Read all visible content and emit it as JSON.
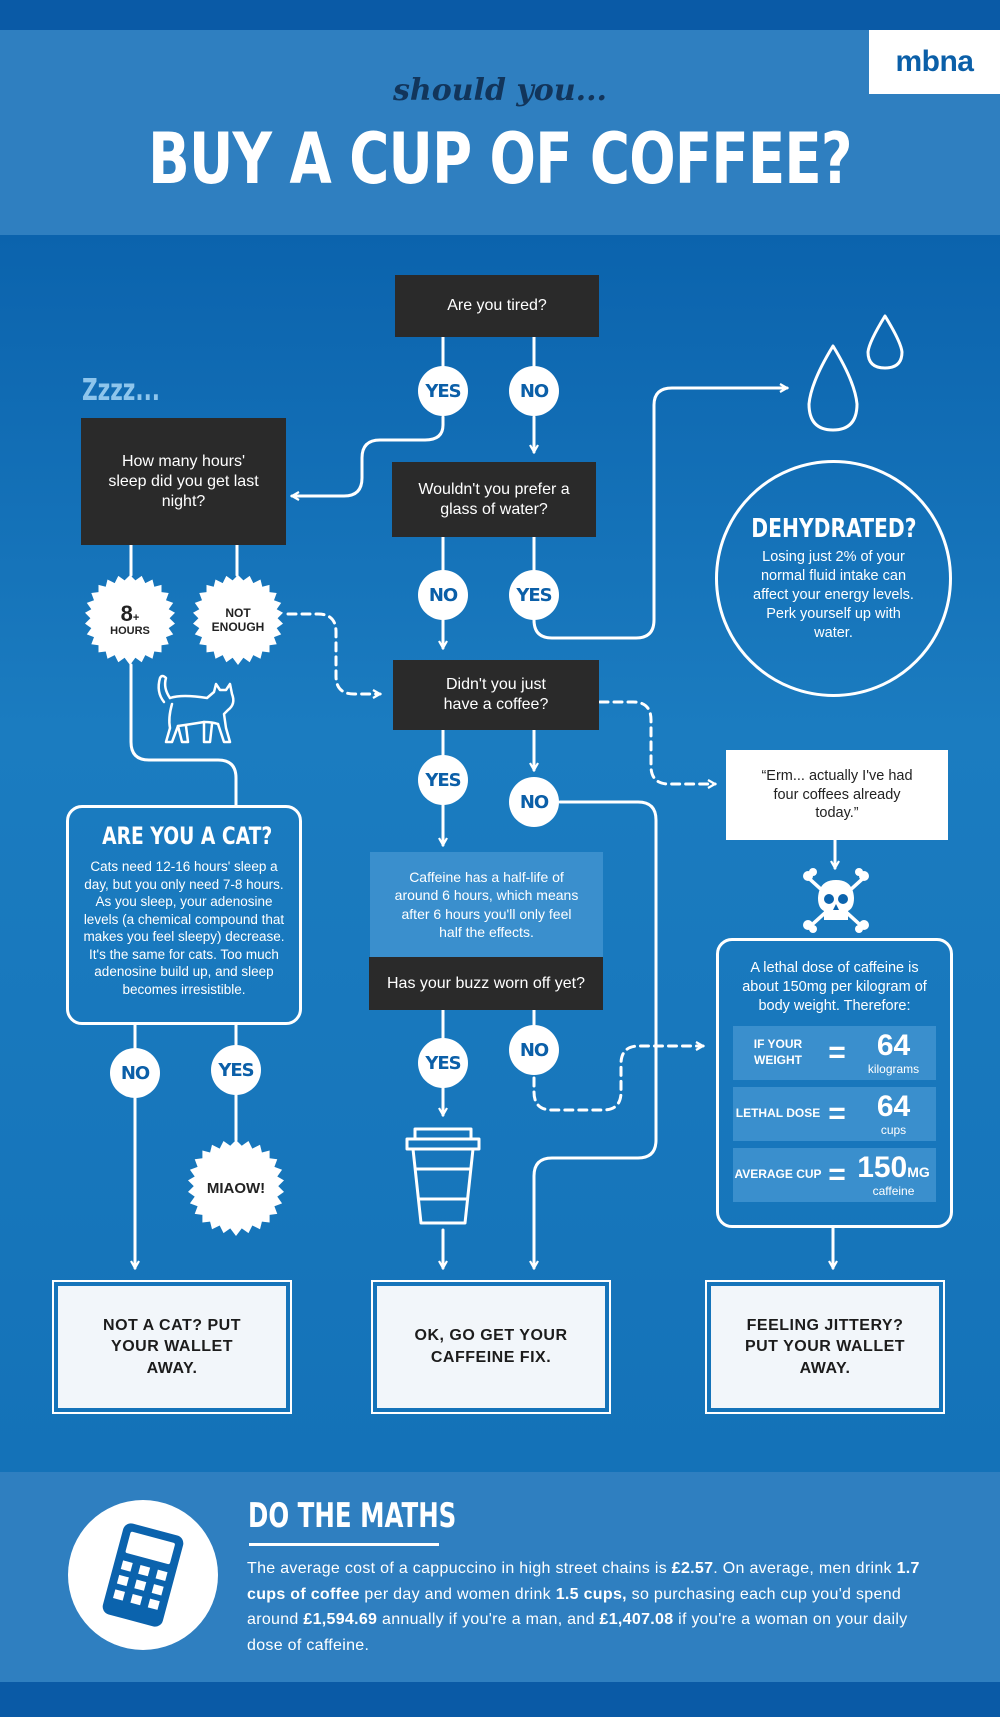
{
  "brand": {
    "logo": "mbna"
  },
  "header": {
    "subtitle": "should you...",
    "title": "BUY A CUP OF COFFEE?"
  },
  "zzz": "Zzzz...",
  "nodes": {
    "tired": "Are you tired?",
    "sleep": "How many hours' sleep did you get last night?",
    "water": "Wouldn't you prefer a glass of water?",
    "coffee": "Didn't you just have a coffee?",
    "buzz": "Has your buzz worn off yet?"
  },
  "labels": {
    "yes": "YES",
    "no": "NO",
    "eight_num": "8",
    "eight_plus": "+",
    "eight_hours": "HOURS",
    "not_enough": "NOT ENOUGH",
    "miaow": "MIAOW!"
  },
  "cat_box": {
    "title": "ARE YOU A CAT?",
    "text": "Cats need 12-16 hours' sleep a day, but you only need 7-8 hours. As you sleep, your adenosine levels (a chemical compound that makes you feel sleepy) decrease. It's the same for cats. Too much adenosine build up, and sleep becomes irresistible."
  },
  "halflife": "Caffeine has a half-life of around 6 hours, which means after 6 hours you'll only feel half the effects.",
  "dehydrated": {
    "title": "DEHYDRATED?",
    "text": "Losing just 2% of your normal fluid intake can affect your energy levels. Perk yourself up with water."
  },
  "quote": "“Erm... actually I've had four coffees already today.”",
  "lethal": {
    "intro": "A lethal dose of caffeine is about 150mg per kilogram of body weight. Therefore:",
    "rows": [
      {
        "label": "IF YOUR WEIGHT",
        "eq": "=",
        "value": "64",
        "unit": "kilograms",
        "suffix": ""
      },
      {
        "label": "LETHAL DOSE",
        "eq": "=",
        "value": "64",
        "unit": "cups",
        "suffix": ""
      },
      {
        "label": "AVERAGE CUP",
        "eq": "=",
        "value": "150",
        "unit": "caffeine",
        "suffix": "MG"
      }
    ]
  },
  "endings": {
    "not_cat": "NOT A CAT? PUT YOUR WALLET AWAY.",
    "go_get": "OK, GO GET YOUR CAFFEINE FIX.",
    "jittery": "FEELING JITTERY? PUT YOUR WALLET AWAY."
  },
  "maths": {
    "title": "DO THE MATHS",
    "t1": "The average cost of a cappuccino in high street chains is ",
    "b1": "£2.57",
    "t2": ". On average, men drink ",
    "b2": "1.7 cups of coffee",
    "t3": " per day and women drink ",
    "b3": "1.5 cups,",
    "t4": " so purchasing each cup you'd spend around ",
    "b4": "£1,594.69",
    "t5": " annually if you're a man, and ",
    "b5": "£1,407.08",
    "t6": " if you're a woman on your daily dose of caffeine."
  },
  "colors": {
    "background": "#0b63ad",
    "header": "#2f7fc0",
    "dark_box": "#2a2a2a",
    "accent_light": "#3a8fcd",
    "title_dark": "#12355b"
  }
}
